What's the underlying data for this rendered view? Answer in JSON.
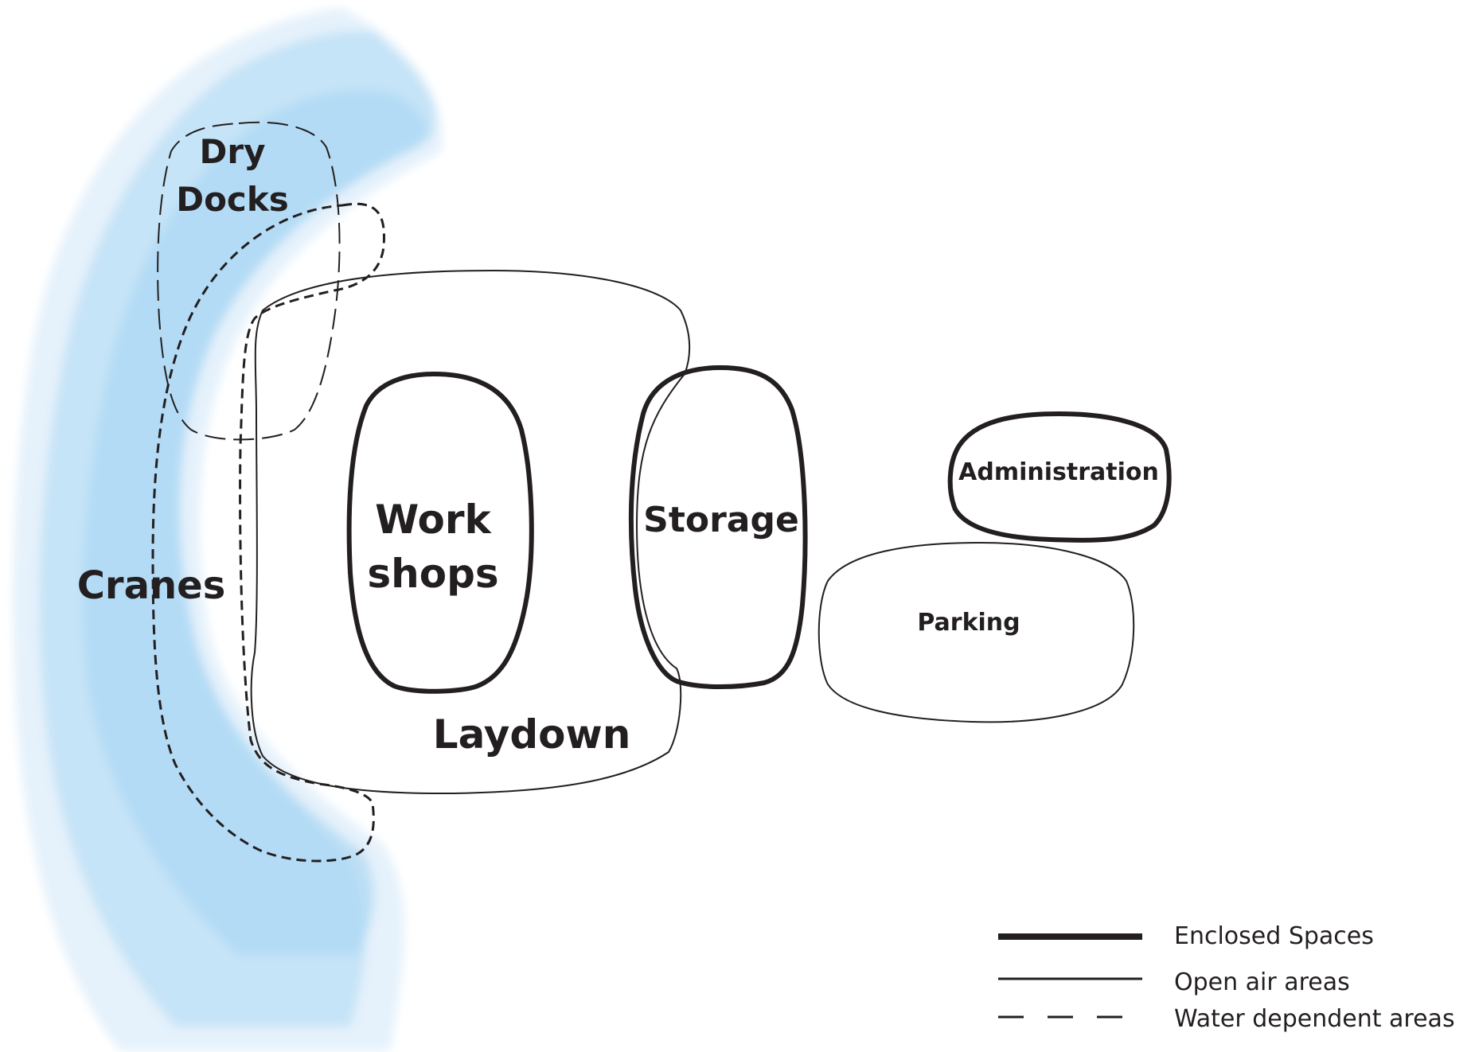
{
  "zones": {
    "dry_docks": {
      "line1": "Dry",
      "line2": "Docks"
    },
    "cranes": "Cranes",
    "workshops": {
      "line1": "Work",
      "line2": "shops"
    },
    "storage": "Storage",
    "laydown": "Laydown",
    "administration": "Administration",
    "parking": "Parking"
  },
  "legend": {
    "enclosed": "Enclosed Spaces",
    "open_air": "Open air areas",
    "water_dependent": "Water dependent areas"
  },
  "colors": {
    "line": "#231f20",
    "water": "#a9d6f2"
  }
}
